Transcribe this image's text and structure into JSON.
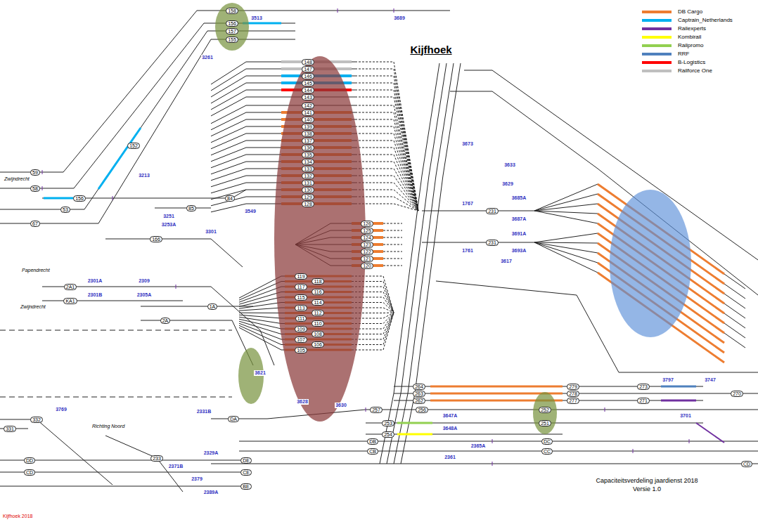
{
  "diagram": {
    "title": "Kijfhoek",
    "caption": "Capaciteitsverdeling jaardienst 2018",
    "nodes": [
      {
        "text": [
          "158"
        ]
      },
      {
        "text": [
          "156"
        ]
      },
      {
        "text": [
          "157"
        ]
      },
      {
        "text": [
          "155"
        ]
      },
      {
        "text": [
          "148"
        ]
      },
      {
        "text": [
          "147"
        ]
      },
      {
        "text": [
          "146"
        ]
      },
      {
        "text": [
          "145"
        ]
      },
      {
        "text": [
          "144"
        ]
      },
      {
        "text": [
          "143"
        ]
      },
      {
        "text": [
          "142"
        ]
      },
      {
        "text": [
          "141"
        ]
      },
      {
        "text": [
          "140"
        ]
      },
      {
        "text": [
          "139"
        ]
      },
      {
        "text": [
          "138"
        ]
      },
      {
        "text": [
          "137"
        ]
      },
      {
        "text": [
          "136"
        ]
      },
      {
        "text": [
          "135"
        ]
      },
      {
        "text": [
          "134"
        ]
      },
      {
        "text": [
          "133"
        ]
      },
      {
        "text": [
          "132"
        ]
      },
      {
        "text": [
          "131"
        ]
      },
      {
        "text": [
          "130"
        ]
      },
      {
        "text": [
          "129"
        ]
      },
      {
        "text": [
          "128"
        ]
      },
      {
        "text": [
          "126"
        ]
      },
      {
        "text": [
          "125"
        ]
      },
      {
        "text": [
          "124"
        ]
      },
      {
        "text": [
          "123"
        ]
      },
      {
        "text": [
          "122"
        ]
      },
      {
        "text": [
          "121"
        ]
      },
      {
        "text": [
          "120"
        ]
      },
      {
        "text": [
          "119"
        ]
      },
      {
        "text": [
          "118"
        ]
      },
      {
        "text": [
          "117"
        ]
      },
      {
        "text": [
          "116"
        ]
      },
      {
        "text": [
          "115"
        ]
      },
      {
        "text": [
          "114"
        ]
      },
      {
        "text": [
          "113"
        ]
      },
      {
        "text": [
          "112"
        ]
      },
      {
        "text": [
          "111"
        ]
      },
      {
        "text": [
          "110"
        ]
      },
      {
        "text": [
          "109"
        ]
      },
      {
        "text": [
          "108"
        ]
      },
      {
        "text": [
          "107"
        ]
      },
      {
        "text": [
          "106"
        ]
      },
      {
        "text": [
          "105"
        ]
      },
      {
        "text": [
          "152"
        ]
      },
      {
        "text": [
          "59"
        ]
      },
      {
        "text": [
          "58"
        ]
      },
      {
        "text": [
          "156"
        ]
      },
      {
        "text": [
          "53"
        ]
      },
      {
        "text": [
          "85"
        ]
      },
      {
        "text": [
          "84"
        ]
      },
      {
        "text": [
          "67"
        ]
      },
      {
        "text": [
          "166"
        ]
      },
      {
        "text": [
          "2A1"
        ]
      },
      {
        "text": [
          "KA1"
        ]
      },
      {
        "text": [
          "1A"
        ]
      },
      {
        "text": [
          "2A"
        ]
      },
      {
        "text": [
          "DA"
        ]
      },
      {
        "text": [
          "231"
        ]
      },
      {
        "text": [
          "231"
        ]
      },
      {
        "text": [
          "264"
        ]
      },
      {
        "text": [
          "263"
        ]
      },
      {
        "text": [
          "262"
        ]
      },
      {
        "text": [
          "279"
        ]
      },
      {
        "text": [
          "278"
        ]
      },
      {
        "text": [
          "277"
        ]
      },
      {
        "text": [
          "273"
        ]
      },
      {
        "text": [
          "271"
        ]
      },
      {
        "text": [
          "270"
        ]
      },
      {
        "text": [
          "257"
        ]
      },
      {
        "text": [
          "256"
        ]
      },
      {
        "text": [
          "253"
        ]
      },
      {
        "text": [
          "254"
        ]
      },
      {
        "text": [
          "252"
        ]
      },
      {
        "text": [
          "251"
        ]
      },
      {
        "text": [
          "DB"
        ]
      },
      {
        "text": [
          "CB"
        ]
      },
      {
        "text": [
          "DC"
        ]
      },
      {
        "text": [
          "CC"
        ]
      },
      {
        "text": [
          "CD"
        ]
      },
      {
        "text": [
          "332"
        ]
      },
      {
        "text": [
          "331"
        ]
      },
      {
        "text": [
          "233"
        ]
      },
      {
        "text": [
          "DD"
        ]
      },
      {
        "text": [
          "CD"
        ]
      },
      {
        "text": [
          "DE"
        ]
      },
      {
        "text": [
          "CE"
        ]
      },
      {
        "text": [
          "BE"
        ]
      }
    ],
    "labels": [
      "Zwijndrecht",
      "Papendrecht",
      "Zwijndrecht",
      "Richting Noord",
      "Kijfhoek 2018",
      "Versie 1.0",
      "3513",
      "3689",
      "3261",
      "3213",
      "3251",
      "3253A",
      "3301",
      "3549",
      "3621",
      "3628",
      "3630",
      "3673",
      "3633",
      "3629",
      "3617",
      "3685A",
      "3687A",
      "3691A",
      "3693A",
      "1767",
      "1761",
      "3797",
      "3747",
      "3701",
      "3647A",
      "3648A",
      "2365A",
      "2361",
      "2331B",
      "2329A",
      "2301A",
      "2301B",
      "2309",
      "2305A",
      "3769",
      "2371B",
      "2379",
      "2389A"
    ],
    "legend": [
      {
        "text": "DB Cargo",
        "color": "#ed7d31"
      },
      {
        "text": "Captrain_Netherlands",
        "color": "#00b0f0"
      },
      {
        "text": "Railexperts",
        "color": "#7030a0"
      },
      {
        "text": "Kombirail",
        "color": "#ffff00"
      },
      {
        "text": "Railpromo",
        "color": "#92d050"
      },
      {
        "text": "RRF",
        "color": "#4f81bd"
      },
      {
        "text": "B-Logistics",
        "color": "#ff0000"
      },
      {
        "text": "Railforce One",
        "color": "#bfbfbf"
      }
    ]
  }
}
